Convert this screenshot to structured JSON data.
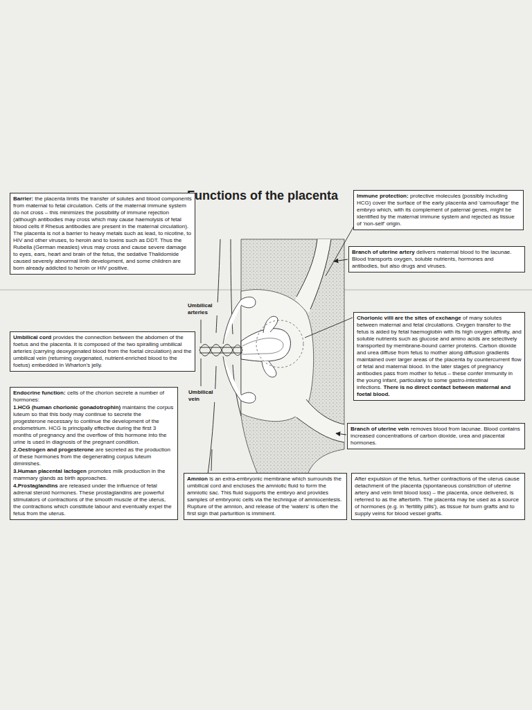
{
  "diagram": {
    "title": "Functions of the placenta",
    "nodes": [
      {
        "text": [
          "Barrier:",
          "the placenta limits the transfer of solutes and blood components from maternal to fetal circulation. Cells of the maternal immune system do not cross – this minimizes the possibility of immune rejection (although antibodies may cross which may cause haemolysis of fetal blood cells if Rhesus antibodies are present in the maternal circulation). The placenta is not a barrier to heavy metals such as lead, to nicotine, to HIV and other viruses, to heroin and to toxins such as DDT. Thus the Rubella (German measles) virus may cross and cause severe damage to eyes, ears, heart and brain of the fetus, the sedative Thalidomide caused severely abnormal limb development, and some children are born already addicted to heroin or HIV positive."
        ]
      },
      {
        "text": [
          "Immune protection:",
          "protective molecules (possibly including HCG) cover the surface of the early placenta and 'camouflage' the embryo which, with its complement of paternal genes, might be identified by the maternal immune system and rejected as tissue of 'non-self' origin."
        ]
      },
      {
        "text": [
          "Branch of uterine artery",
          "delivers maternal blood to the lacunae. Blood transports oxygen, soluble nutrients, hormones and antibodies, but also drugs and viruses."
        ]
      },
      {
        "text": [
          "Chorionic villi are the sites of exchange",
          "of many solutes between maternal and fetal circulations. Oxygen transfer to the fetus is aided by fetal haemoglobin with its high oxygen affinity, and soluble nutrients such as glucose and amino acids are selectively transported by membrane-bound carrier proteins. Carbon dioxide and urea diffuse from fetus to mother along diffusion gradients maintained over larger areas of the placenta by countercurrent flow of fetal and maternal blood. In the later stages of pregnancy antibodies pass from mother to fetus – these confer immunity in the young infant, particularly to some gastro-intestinal infections.",
          "There is no direct contact between maternal and foetal blood."
        ]
      },
      {
        "text": [
          "Umbilical cord",
          "provides the connection between the abdomen of the foetus and the placenta. It is composed of the two spiralling umbilical arteries (carrying deoxygenated blood from the foetal circulation) and the umbilical vein (returning oxygenated, nutrient-enriched blood to the foetus) embedded in Wharton's jelly."
        ]
      },
      {
        "text": [
          "Endocrine function:",
          "cells of the chorion secrete a number of hormones:",
          "1.HCG (human chorionic gonadotrophin)",
          "maintains the corpus luteum so that this body may continue to secrete the progesterone necessary to continue the development of the endometrium. HCG is principally effective during the first 3 months of pregnancy and the overflow of this hormone into the urine is used in diagnosis of the pregnant condition.",
          "2.Oestrogen and progesterone",
          "are secreted as the production of these hormones from the degenerating corpus luteum diminishes.",
          "3.Human placental lactogen",
          "promotes milk production in the mammary glands as birth approaches.",
          "4.Prostaglandins",
          "are released under the influence of fetal adrenal steroid hormones. These prostaglandins are powerful stimulators of contractions of the smooth muscle of the uterus, the contractions which constitute labour and eventually expel the fetus from the uterus."
        ]
      },
      {
        "text": [
          "Branch of uterine vein",
          "removes blood from lacunae. Blood contains increased concentrations of carbon dioxide, urea and placental hormones."
        ]
      },
      {
        "text": [
          "Amnion",
          "is an extra-embryonic membrane which surrounds the umbilical cord and encloses the amniotic fluid to form the amniotic sac. This fluid supports the embryo and provides samples of embryonic cells via the technique of amniocentesis. Rupture of the amnion, and release of the 'waters' is often the first sign that parturition is imminent."
        ]
      },
      {
        "text": [
          "After expulsion of the fetus, further contractions of the uterus cause detachment of the placenta (spontaneous constriction of uterine artery and vein limit blood loss) – the placenta, once delivered, is referred to as the afterbirth. The placenta may be used as a source of hormones (e.g. in 'fertility pills'), as tissue for burn grafts and to supply veins for blood vessel grafts."
        ]
      }
    ],
    "labels": [
      "Umbilical arteries",
      "Umbilical vein"
    ]
  }
}
